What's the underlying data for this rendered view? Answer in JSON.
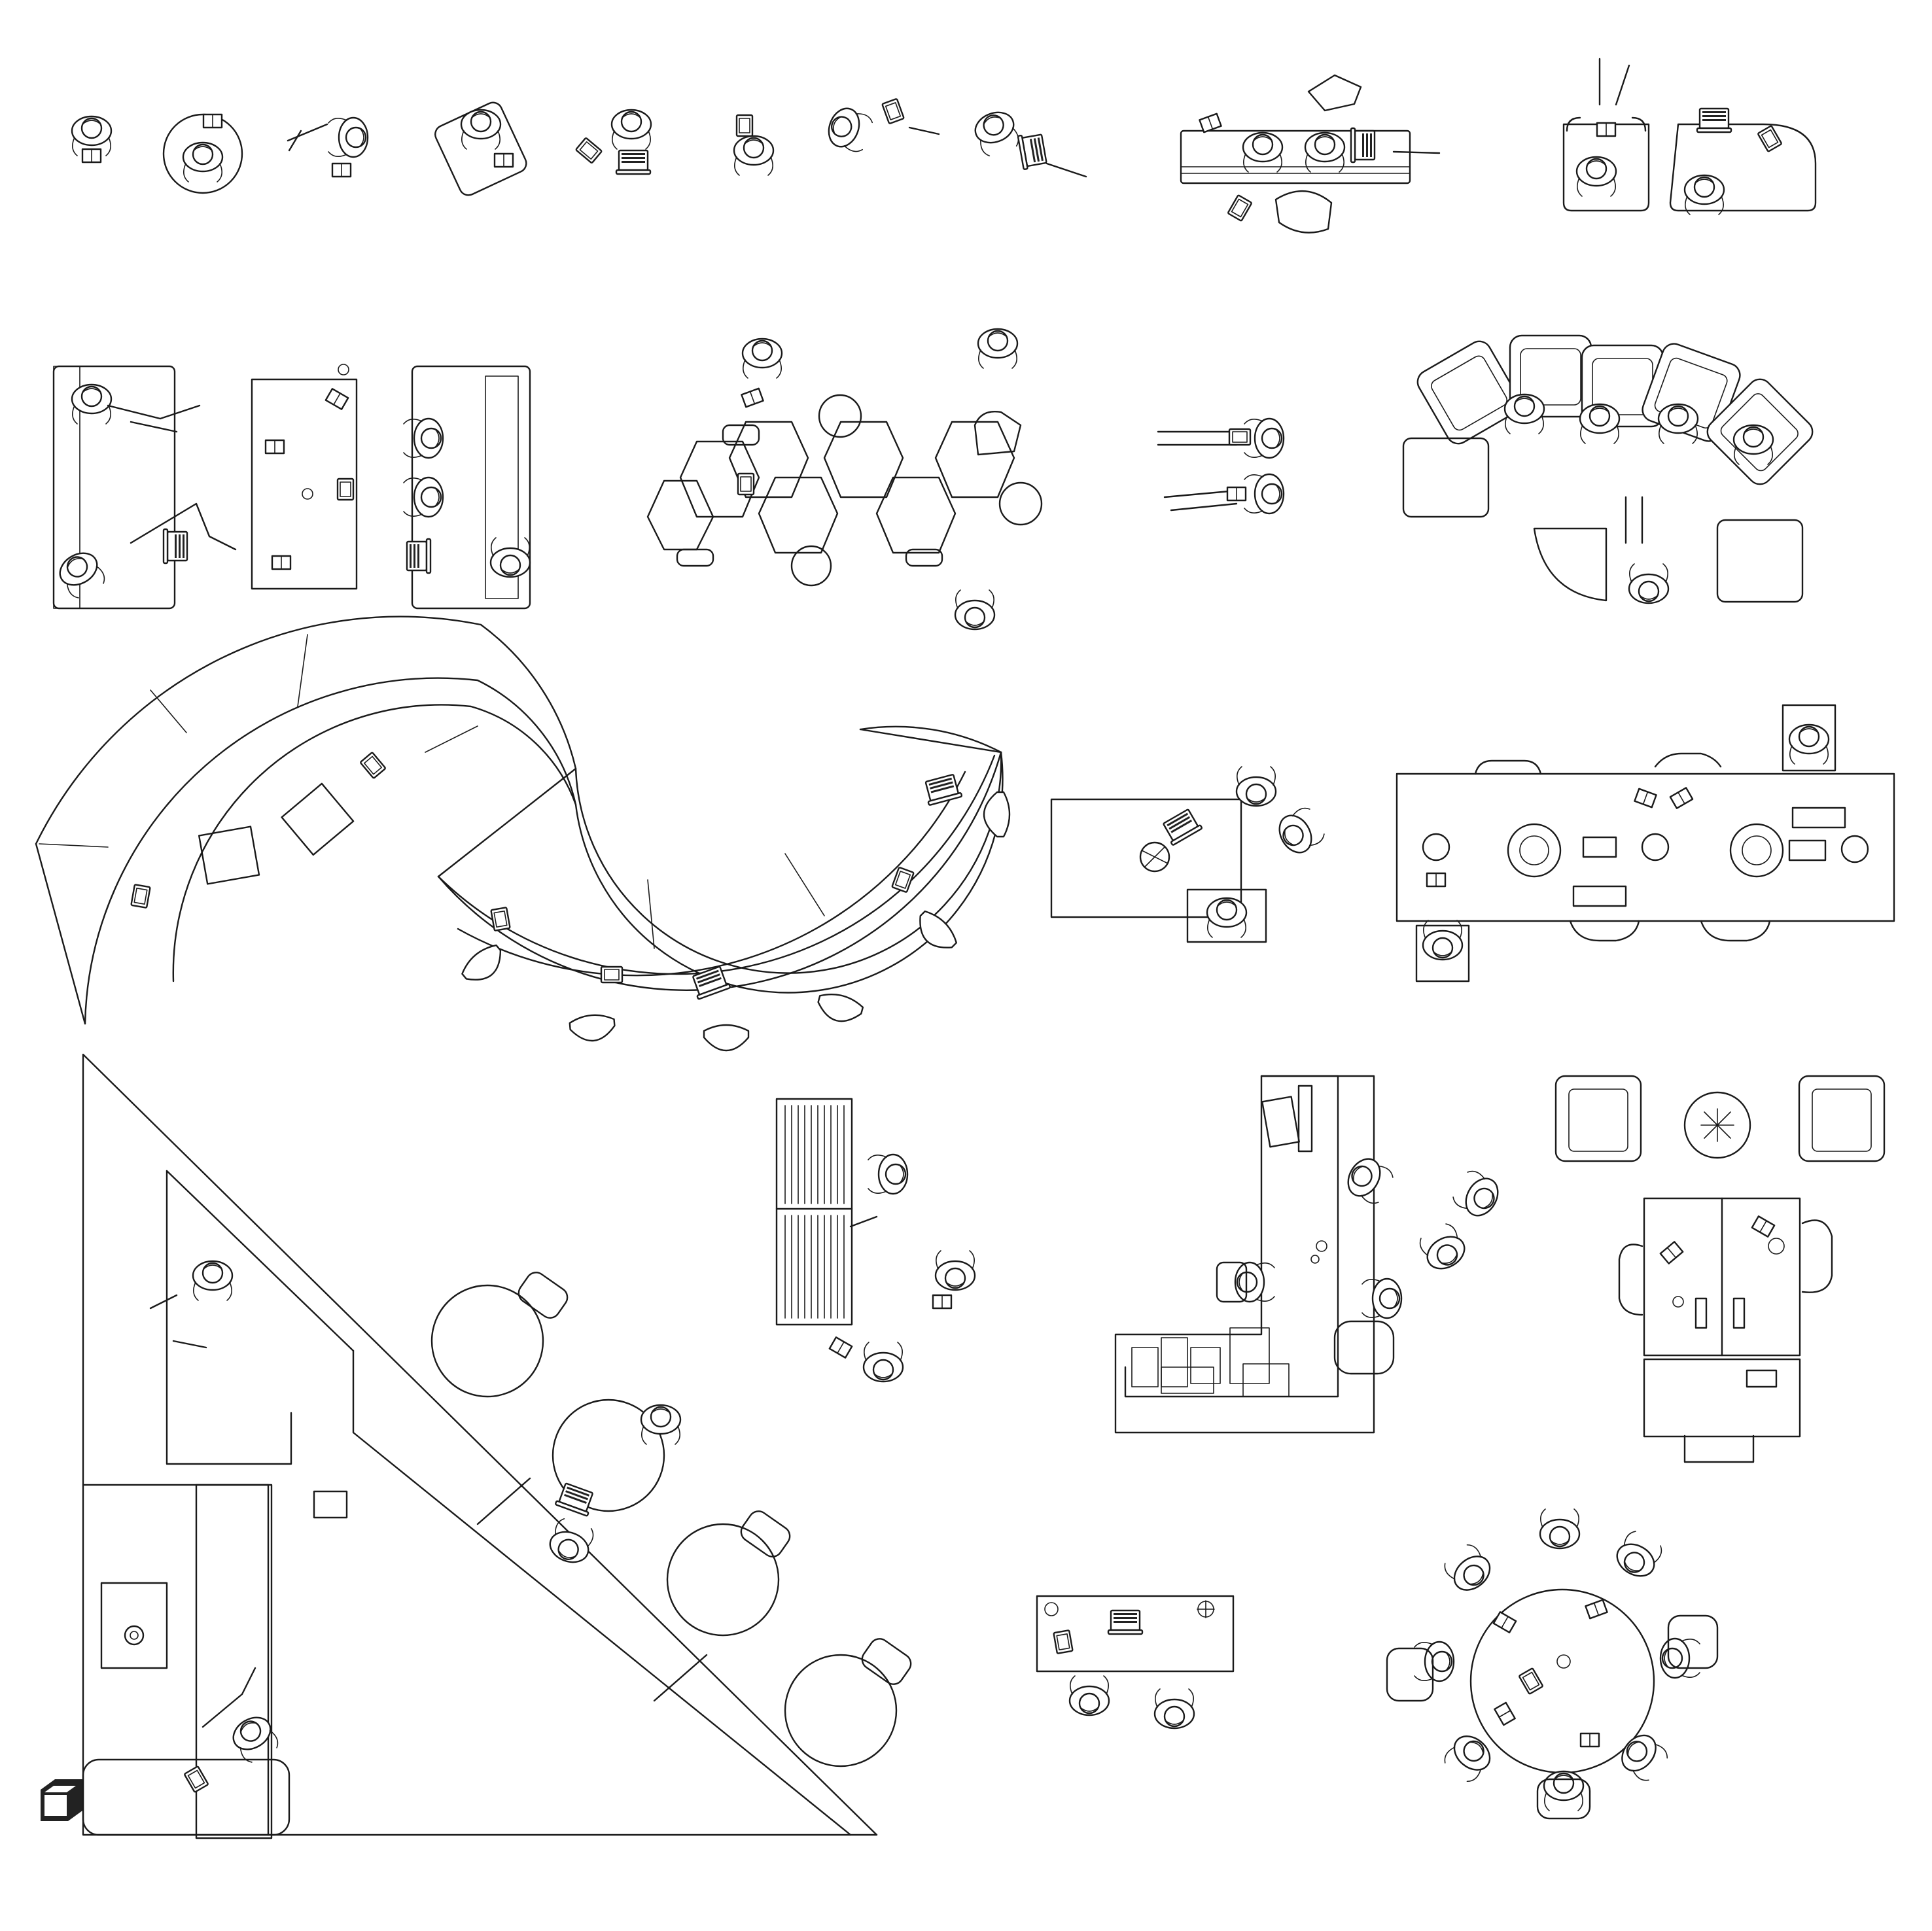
{
  "image": {
    "kind": "architectural line-drawing block sheet",
    "view": "top-down plan",
    "background_color": "#ffffff",
    "line_color": "#1a1a1a"
  },
  "watermark": {
    "icon": "cube-logo-icon",
    "text": ""
  },
  "groups": [
    {
      "id": "row1-single-figures",
      "items": [
        "reading-figure",
        "round-chair-reader",
        "reclining-reader",
        "armchair-reader",
        "laptop-worker",
        "tablet-user",
        "seated-reader",
        "laptop-worker",
        "tablet-user"
      ]
    },
    {
      "id": "bench-pair",
      "items": [
        "bench",
        "person-with-laptop",
        "person-with-book",
        "bag",
        "tablet"
      ]
    },
    {
      "id": "armchair-pair",
      "items": [
        "armchair",
        "armchair",
        "reader",
        "laptop-user"
      ]
    },
    {
      "id": "sofa-lounge",
      "items": [
        "sofa",
        "sofa",
        "coffee-table",
        "laptop",
        "notebook",
        "phone"
      ]
    },
    {
      "id": "hexagon-pods",
      "items": [
        "hexagon-seat",
        "hexagon-seat",
        "hexagon-seat",
        "hexagon-seat",
        "hexagon-seat",
        "round-stool",
        "round-stool"
      ]
    },
    {
      "id": "floor-sitters",
      "items": [
        "person",
        "person"
      ]
    },
    {
      "id": "modular-lounge",
      "items": [
        "armchair",
        "armchair",
        "armchair",
        "armchair",
        "armchair",
        "ottoman",
        "quarter-seat"
      ]
    },
    {
      "id": "s-curve-bench",
      "items": [
        "curved-bench",
        "stools",
        "laptops",
        "tablets"
      ]
    },
    {
      "id": "small-meeting-table",
      "items": [
        "table",
        "laptop",
        "plant",
        "people"
      ]
    },
    {
      "id": "long-workbench",
      "items": [
        "workbench",
        "chairs",
        "monitors",
        "keyboards",
        "speakers"
      ]
    },
    {
      "id": "triangle-lounge",
      "items": [
        "triangle-platform",
        "round-tables",
        "chairs",
        "people"
      ]
    },
    {
      "id": "bookshelf",
      "items": [
        "bookshelf",
        "people"
      ]
    },
    {
      "id": "l-desk",
      "items": [
        "l-shaped-desk",
        "monitor",
        "people",
        "storage"
      ]
    },
    {
      "id": "armchairs-with-plant",
      "items": [
        "armchair",
        "armchair",
        "plant",
        "desk-pair"
      ]
    },
    {
      "id": "two-person-desk",
      "items": [
        "desk",
        "laptop",
        "people"
      ]
    },
    {
      "id": "round-table-group",
      "items": [
        "round-table",
        "people"
      ]
    }
  ]
}
